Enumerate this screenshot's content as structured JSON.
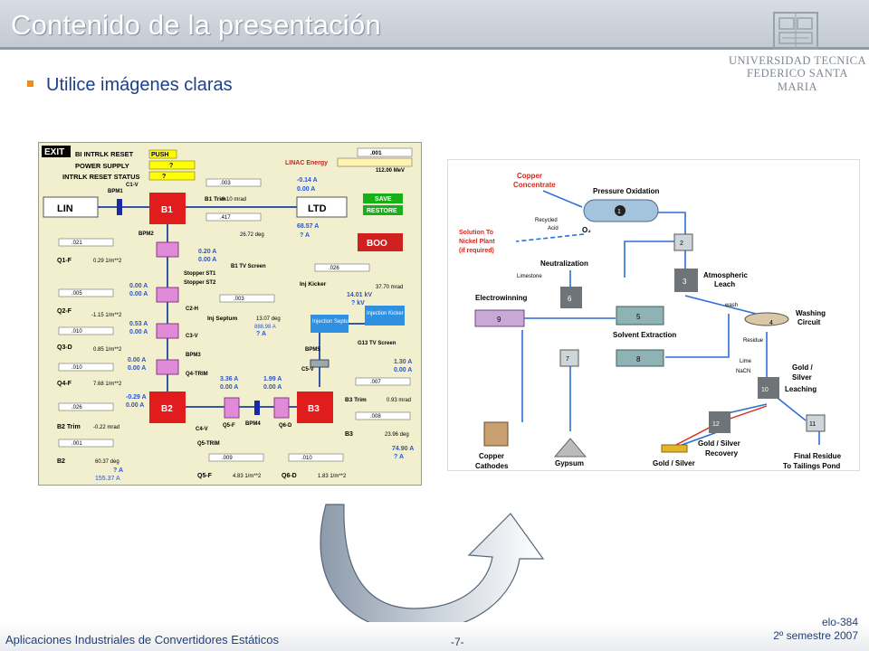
{
  "slide": {
    "title": "Contenido de la presentación",
    "bullet": "Utilice imágenes claras"
  },
  "logo": {
    "line1": "UNIVERSIDAD TECNICA",
    "line2": "FEDERICO SANTA MARIA"
  },
  "footer": {
    "left": "Aplicaciones Industriales de Convertidores Estáticos",
    "page": "-7-",
    "course": "elo-384",
    "semester": "2º semestre 2007"
  },
  "control_panel": {
    "exit": "EXIT",
    "reset_labels": [
      "BI INTRLK RESET",
      "POWER SUPPLY",
      "INTRLK RESET STATUS"
    ],
    "push": "PUSH",
    "q1": "?",
    "q2": "?",
    "linac_energy": "LINAC Energy",
    "linac_value": ".001",
    "linac_readout": "112.00 MeV",
    "save": "SAVE",
    "restore": "RESTORE",
    "boo": "BOO",
    "lin": "LIN",
    "ltd": "LTD",
    "b1": "B1",
    "b2": "B2",
    "b3": "B3",
    "bpm1": "BPM1",
    "bpm2": "BPM2",
    "bpm3": "BPM3",
    "bpm4": "BPM4",
    "bpm5": "BPM5",
    "c1v": "C1-V",
    "b1_trim": "B1 Trim",
    "b1_trim_set": ".003",
    "b1_trim_val": "-0.10 mrad",
    "b1_set": ".417",
    "b1_val": "26.72 deg",
    "cur1": "-0.14 A",
    "cur1b": "0.00 A",
    "cur2": "68.57 A",
    "cur2b": "?     A",
    "q1f": "Q1-F",
    "q1f_set": ".021",
    "q1f_val": "0.29 1/m**2",
    "q1f_cur": "0.20 A",
    "q1f_cur2": "0.00 A",
    "b1_tv": "B1 TV Screen",
    "stopper1": "Stopper ST1",
    "stopper2": "Stopper ST2",
    "q2f": "Q2-F",
    "q2f_set": ".005",
    "q2f_val": "-1.15 1/m**2",
    "q2f_cur": "0.00 A",
    "q2f_cur2": "0.00 A",
    "c2h": "C2-H",
    "inj_kicker": "Inj Kicker",
    "inj_kicker_set": ".026",
    "inj_kicker_val": "37.70 mrad",
    "inj_kicker_kv": "14.01 kV",
    "inj_kicker_q": "?     kV",
    "injection_kicker": "Injection Kicker",
    "inj_septum": "Inj Septum",
    "inj_septum_set": ".003",
    "inj_septum_val": "13.07 deg",
    "inj_septum_cur": "888.98 A",
    "inj_septum_q": "?     A",
    "injection_septum": "Injection Septum",
    "g13": "G13 TV Screen",
    "q3d": "Q3-D",
    "q3d_set": ".010",
    "q3d_val": "0.85 1/m**2",
    "q3d_cur": "0.53 A",
    "q3d_cur2": "0.00 A",
    "c3v": "C3-V",
    "q4f": "Q4-F",
    "q4f_set": ".010",
    "q4f_val": "7.68 1/m**2",
    "q4trim": "Q4-TRIM",
    "q4_cur": "0.00 A",
    "q4_cur2": "0.00 A",
    "c5v": "C5-V",
    "c5_cur": "1.30 A",
    "c5_cur2": "0.00 A",
    "b3_trim": "B3 Trim",
    "b3_trim_set": ".007",
    "b3_trim_val": "0.93 mrad",
    "b3_set": ".008",
    "b3_val": "23.96 deg",
    "b3_cur": "74.90 A",
    "b3_cur2": "?     A",
    "b2_trim": "B2 Trim",
    "b2_trim_set": ".026",
    "b2_trim_val": "-0.22 mrad",
    "b2_trim_cur": "-0.29 A",
    "b2_trim_cur2": "0.00 A",
    "b2_set": ".001",
    "b2_val": "60.37 deg",
    "b2_cur": "?     A",
    "b2_cur2": "155.37 A",
    "c4v": "C4-V",
    "q5f": "Q5-F",
    "q5trim": "Q5-TRIM",
    "q5f_set": ".009",
    "q5f_val": "4.83 1/m**2",
    "q5_cur": "3.36 A",
    "q5_cur2": "0.00 A",
    "q6d": "Q6-D",
    "q6d_set": ".010",
    "q6d_val": "1.83 1/m**2",
    "q6_cur": "1.99 A",
    "q6_cur2": "0.00 A"
  },
  "process_diagram": {
    "copper_concentrate": [
      "Copper",
      "Concentrate"
    ],
    "pressure_oxidation": "Pressure Oxidation",
    "recycled_acid": [
      "Recycled",
      "Acid"
    ],
    "o2": "O₂",
    "solution_to_nickel": [
      "Solution To",
      "Nickel Plant",
      "(if required)"
    ],
    "limestone": "Limestone",
    "neutralization": "Neutralization",
    "atmospheric_leach": [
      "Atmospheric",
      "Leach"
    ],
    "electrowinning": "Electrowinning",
    "wash": "wash",
    "solvent_extraction": "Solvent Extraction",
    "washing_circuit": [
      "Washing",
      "Circuit"
    ],
    "residue": "Residue",
    "lime": "Lime",
    "nacn": "NaCN",
    "gold_silver_leaching": [
      "Gold /",
      "Silver",
      "Leaching"
    ],
    "copper_cathodes": [
      "Copper",
      "Cathodes"
    ],
    "gypsum": "Gypsum",
    "gold_silver": "Gold / Silver",
    "gold_silver_recovery": [
      "Gold / Silver",
      "Recovery"
    ],
    "final_residue": [
      "Final Residue",
      "To Tailings Pond"
    ],
    "step_numbers": [
      "1",
      "2",
      "3",
      "4",
      "5",
      "6",
      "7",
      "8",
      "9",
      "10",
      "11",
      "12"
    ],
    "colors": {
      "pipe": "#2b6fd6",
      "accent": "#d9261c",
      "vessel": "#6f7478",
      "tank": "#8fb3b4"
    }
  }
}
